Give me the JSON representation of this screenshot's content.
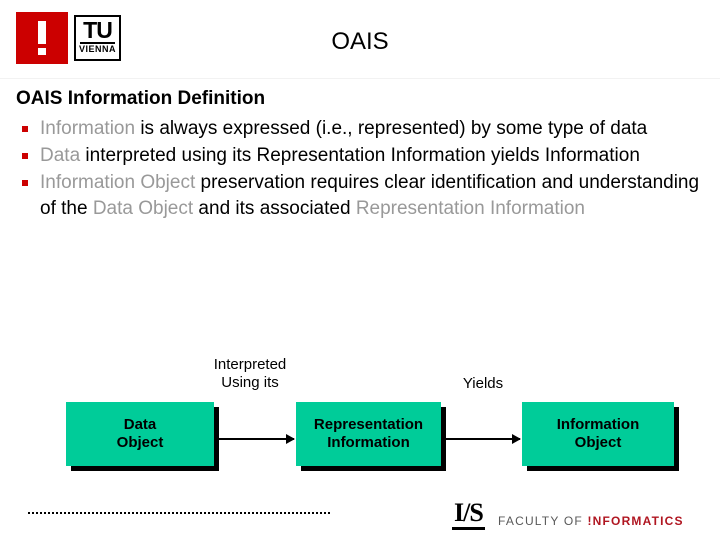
{
  "logo": {
    "name": "tu-vienna-logo",
    "exclamation": "!",
    "tu": "TU",
    "vienna": "VIENNA",
    "red": "#cc0000"
  },
  "header": {
    "title": "OAIS"
  },
  "content": {
    "subtitle": "OAIS Information Definition",
    "bullets": [
      {
        "parts": [
          {
            "text": "Information",
            "style": "term"
          },
          {
            "text": " is always expressed (i.e., represented) by some type of data",
            "style": "plain"
          }
        ]
      },
      {
        "parts": [
          {
            "text": "Data",
            "style": "term"
          },
          {
            "text": " interpreted using its Representation Information yields Information",
            "style": "plain"
          }
        ]
      },
      {
        "parts": [
          {
            "text": "Information Object",
            "style": "term"
          },
          {
            "text": " preservation requires clear identification and understanding of the ",
            "style": "plain"
          },
          {
            "text": "Data Object",
            "style": "term"
          },
          {
            "text": " and its associated ",
            "style": "plain"
          },
          {
            "text": "Representation Information",
            "style": "term"
          }
        ]
      }
    ]
  },
  "diagram": {
    "accent_green": "#00CC99",
    "labels": [
      {
        "name": "interpreted-using-its-label",
        "text": "Interpreted\nUsing its"
      },
      {
        "name": "yields-label",
        "text": "Yields"
      }
    ],
    "label_interpreted_line1": "Interpreted",
    "label_interpreted_line2": "Using its",
    "label_yields": "Yields",
    "boxes": [
      {
        "name": "data-object-box",
        "line1": "Data",
        "line2": "Object"
      },
      {
        "name": "representation-information-box",
        "line1": "Representation",
        "line2": "Information"
      },
      {
        "name": "information-object-box",
        "line1": "Information",
        "line2": "Object"
      }
    ]
  },
  "footer": {
    "ifs_logo": "I/S",
    "faculty_prefix": "FACULTY  OF  ",
    "faculty_informatics": "!NFORMATICS",
    "informatics_color": "#b01621"
  }
}
